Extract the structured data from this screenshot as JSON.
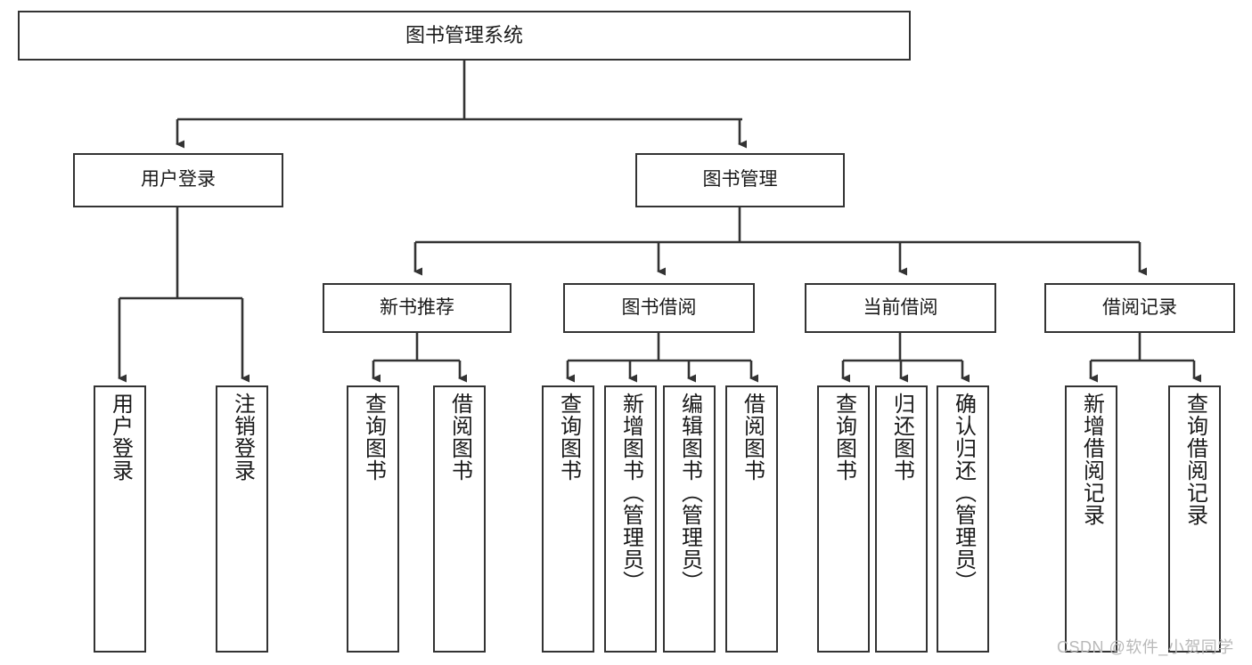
{
  "diagram": {
    "type": "tree-hierarchy-chart",
    "title": "图书管理系统",
    "root": {
      "label": "图书管理系统"
    },
    "level2": [
      {
        "label": "用户登录"
      },
      {
        "label": "图书管理"
      }
    ],
    "level3": [
      {
        "label": "新书推荐"
      },
      {
        "label": "图书借阅"
      },
      {
        "label": "当前借阅"
      },
      {
        "label": "借阅记录"
      }
    ],
    "leaves": {
      "user_login": [
        {
          "label": "用户登录"
        },
        {
          "label": "注销登录"
        }
      ],
      "new_book_recommend": [
        {
          "label": "查询图书"
        },
        {
          "label": "借阅图书"
        }
      ],
      "book_borrow": [
        {
          "label": "查询图书"
        },
        {
          "label": "新增图书（管理员）"
        },
        {
          "label": "编辑图书（管理员）"
        },
        {
          "label": "借阅图书"
        }
      ],
      "current_borrow": [
        {
          "label": "查询图书"
        },
        {
          "label": "归还图书"
        },
        {
          "label": "确认归还（管理员）"
        }
      ],
      "borrow_record": [
        {
          "label": "新增借阅记录"
        },
        {
          "label": "查询借阅记录"
        }
      ]
    },
    "watermark": "CSDN @软件_小贺同学",
    "colors": {
      "stroke": "#333333",
      "background": "#ffffff",
      "text": "#1a1a1a",
      "watermark": "#b9b9b9"
    }
  }
}
